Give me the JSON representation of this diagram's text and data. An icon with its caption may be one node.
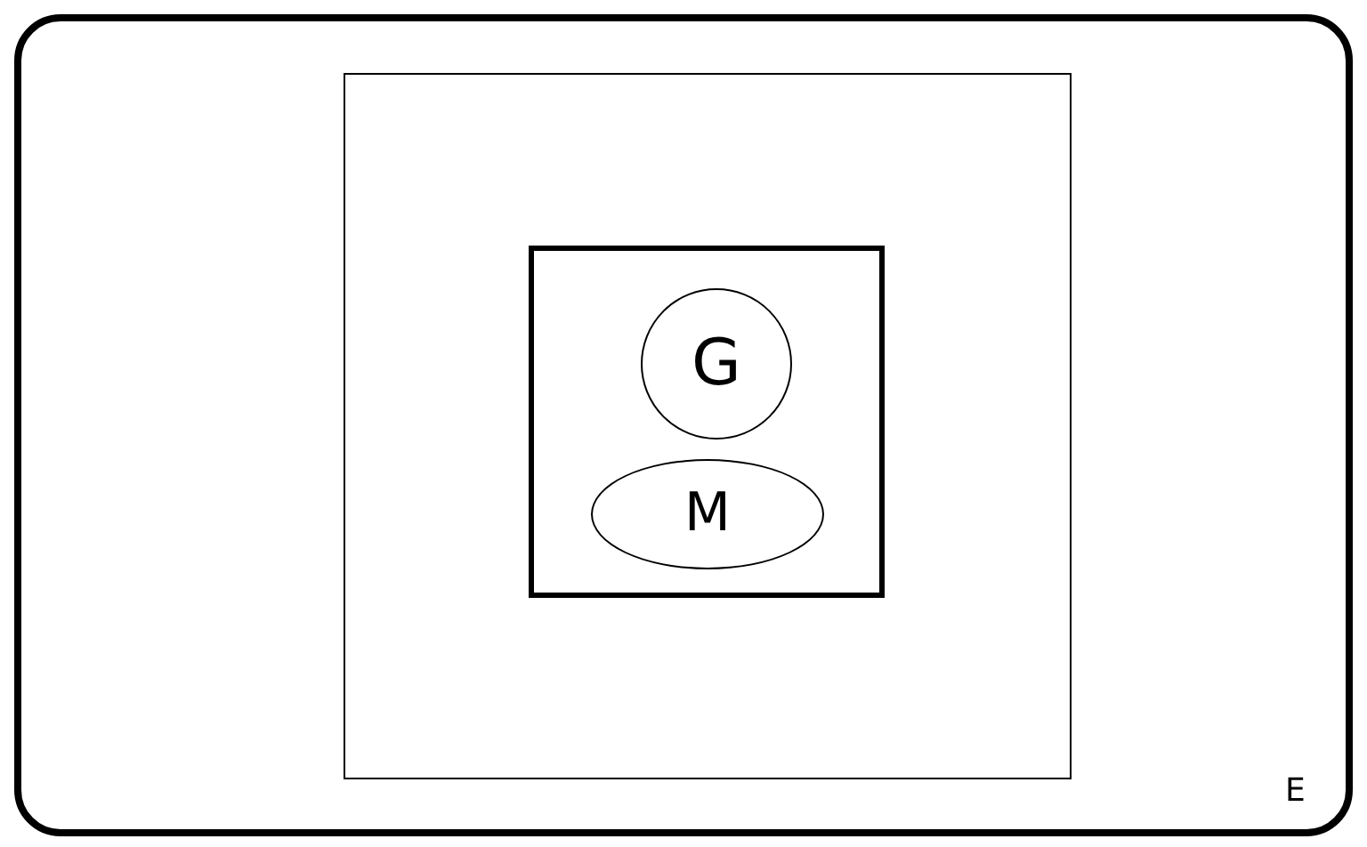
{
  "diagram": {
    "nodes": [
      {
        "text": [
          "E"
        ]
      },
      {
        "text": [],
        "shape": "box",
        "in": 0
      },
      {
        "text": [],
        "shape": "box",
        "in": 1
      },
      {
        "text": [
          "G"
        ],
        "in": 2
      },
      {
        "text": [
          "M"
        ],
        "in": 2
      }
    ]
  }
}
